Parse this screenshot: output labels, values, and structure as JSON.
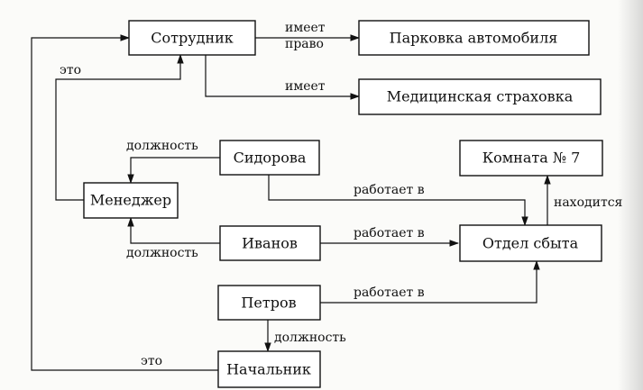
{
  "nodes": {
    "employee": "Сотрудник",
    "parking": "Парковка автомобиля",
    "insurance": "Медицинская страховка",
    "sidorova": "Сидорова",
    "room7": "Комната № 7",
    "manager": "Менеджер",
    "ivanov": "Иванов",
    "sales_dept": "Отдел сбыта",
    "petrov": "Петров",
    "chief": "Начальник"
  },
  "edge_labels": {
    "has_right_1": "имеет",
    "has_right_2": "право",
    "has": "имеет",
    "manager_is": "это",
    "sidorova_position": "должность",
    "sidorova_works_in": "работает в",
    "located": "находится",
    "ivanov_position": "должность",
    "ivanov_works_in": "работает в",
    "petrov_works_in": "работает в",
    "petrov_position": "должность",
    "chief_is": "это"
  }
}
